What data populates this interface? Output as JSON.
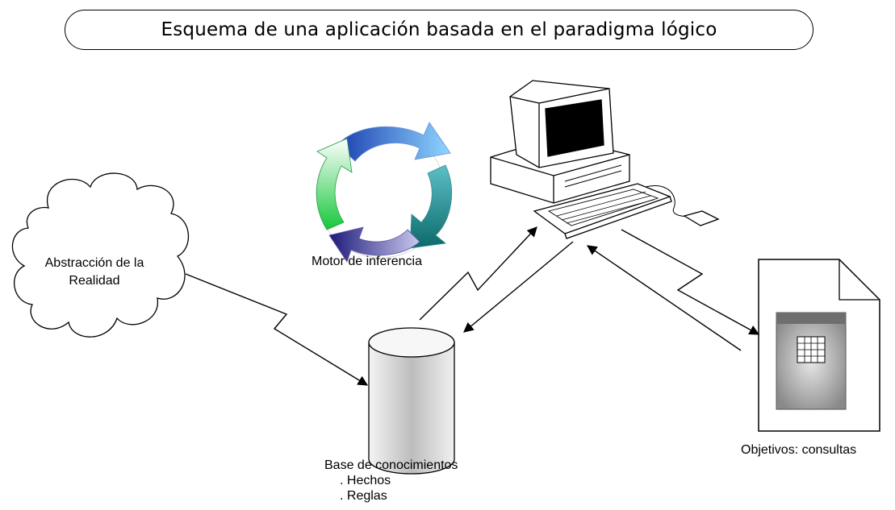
{
  "title": "Esquema de una aplicación basada en el paradigma lógico",
  "labels": {
    "abstraction_line1": "Abstracción de la",
    "abstraction_line2": "Realidad",
    "inference_engine": "Motor de inferencia",
    "knowledge_base": "Base de conocimientos",
    "facts": ". Hechos",
    "rules": ". Reglas",
    "objectives": "Objetivos: consultas"
  },
  "icons": [
    "cloud-icon",
    "inference-cycle-icon",
    "computer-icon",
    "database-icon",
    "document-icon"
  ]
}
